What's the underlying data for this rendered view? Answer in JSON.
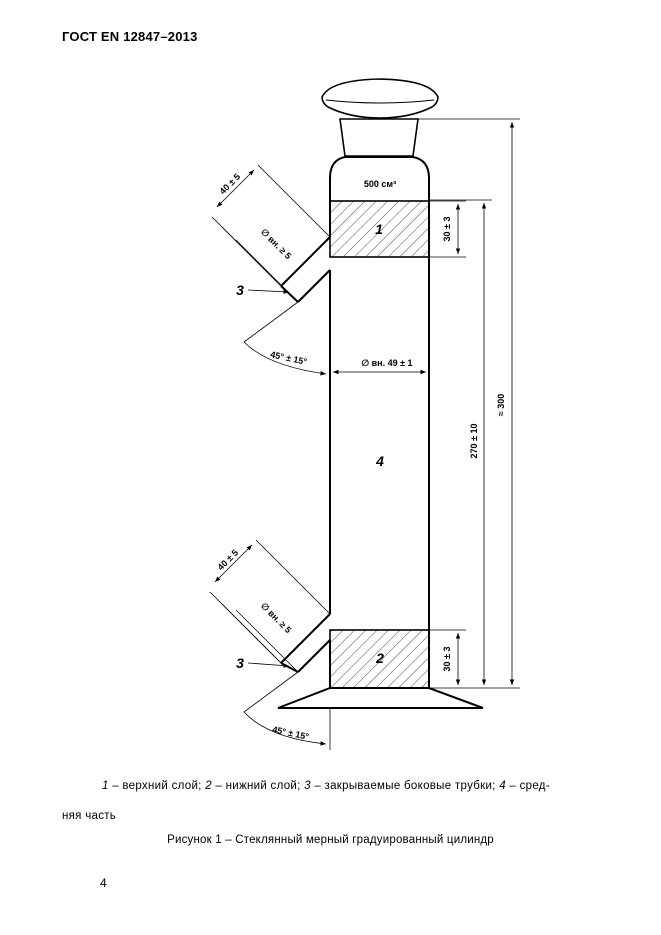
{
  "header": {
    "doc_code": "ГОСТ EN 12847–2013"
  },
  "figure": {
    "volume_label": "500 см³",
    "callout_1": "1",
    "callout_2": "2",
    "callout_3_upper": "3",
    "callout_3_lower": "3",
    "callout_4": "4",
    "dim_upper_layer": "30 ± 3",
    "dim_lower_layer": "30 ± 3",
    "dim_inner_diameter": "∅ вн. 49 ± 1",
    "dim_height_270": "270 ± 10",
    "dim_height_300": "≈ 300",
    "dim_tube_upper_length": "40 ± 5",
    "dim_tube_upper_diameter": "∅ вн. ≥ 5",
    "dim_tube_lower_length": "40 ± 5",
    "dim_tube_lower_diameter": "∅ вн. ≥ 5",
    "dim_angle_upper": "45° ± 15°",
    "dim_angle_lower": "45° ± 15°"
  },
  "legend": {
    "n1": "1",
    "t1": " – верхний слой; ",
    "n2": "2",
    "t2": " – нижний слой; ",
    "n3": "3",
    "t3": " – закрываемые боковые трубки;  ",
    "n4": "4",
    "t4": " – сред-",
    "line2": "няя часть"
  },
  "caption": "Рисунок 1 – Стеклянный мерный градуированный цилиндр",
  "page_number": "4"
}
